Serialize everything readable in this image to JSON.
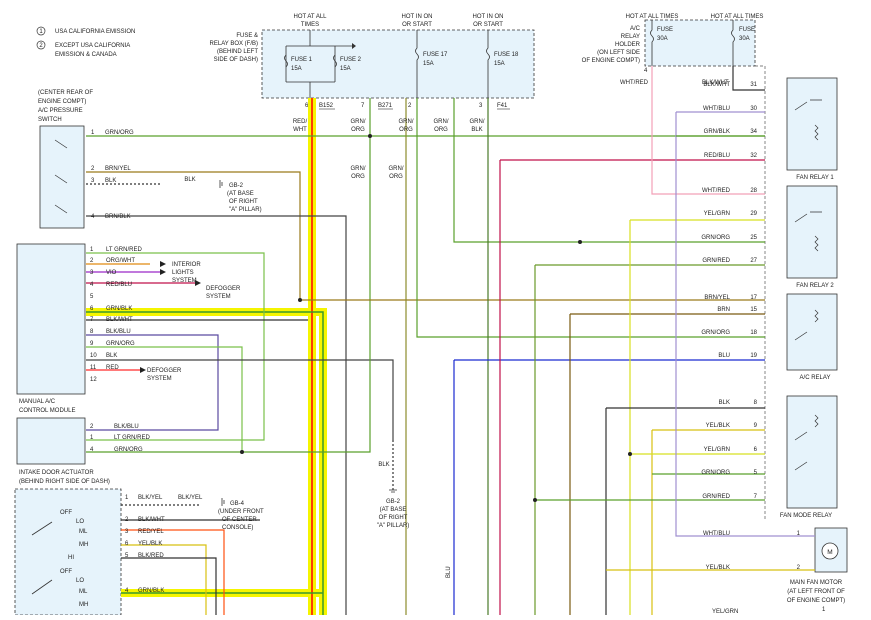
{
  "notes": {
    "n1": "USA CALIFORNIA EMISSION",
    "n2": "EXCEPT USA CALIFORNIA",
    "n2b": "EMISSION & CANADA",
    "n1_num": "1",
    "n2_num": "2"
  },
  "headers": {
    "hot_all_1": "HOT AT ALL",
    "hot_all_1b": "TIMES",
    "hot_on_1": "HOT IN ON",
    "hot_on_1b": "OR START",
    "hot_on_2": "HOT IN ON",
    "hot_on_2b": "OR START",
    "hot_all_2": "HOT AT ALL TIMES",
    "hot_all_3": "HOT AT ALL TIMES"
  },
  "fuse_box": {
    "l1": "FUSE &",
    "l2": "RELAY BOX (F/B)",
    "l3": "(BEHIND LEFT",
    "l4": "SIDE OF DASH)",
    "fuse1": "FUSE 1",
    "fuse1_a": "15A",
    "fuse2": "FUSE 2",
    "fuse2_a": "15A",
    "fuse17": "FUSE 17",
    "fuse17_a": "15A",
    "fuse18": "FUSE 18",
    "fuse18_a": "15A",
    "pin6": "6",
    "pin7": "7",
    "pin2": "2",
    "pin3": "3",
    "c1": "B152",
    "c2": "B271",
    "c3": "F41"
  },
  "ac_relay_holder": {
    "l1": "A/C",
    "l2": "RELAY",
    "l3": "HOLDER",
    "l4": "(ON LEFT SIDE",
    "l5": "OF ENGINE COMPT)",
    "fuse_a": "FUSE",
    "fuse_a_v": "30A",
    "fuse_b": "FUSE",
    "fuse_b_v": "30A",
    "pin4": "4"
  },
  "pressure_switch": {
    "l1": "(CENTER REAR OF",
    "l2": "ENGINE COMPT)",
    "l3": "A/C PRESSURE",
    "l4": "SWITCH"
  },
  "ground_gb2a": {
    "g": "GB-2",
    "l1": "(AT BASE",
    "l2": "OF RIGHT",
    "l3": "\"A\" PILLAR)"
  },
  "ground_gb2b": {
    "g": "GB-2",
    "l1": "(AT BASE",
    "l2": "OF RIGHT",
    "l3": "\"A\" PILLAR)"
  },
  "ground_gb4": {
    "g": "GB-4",
    "l1": "(UNDER FRONT",
    "l2": "OF CENTER",
    "l3": "CONSOLE)"
  },
  "modules": {
    "manual_ac_1": "MANUAL A/C",
    "manual_ac_2": "CONTROL MODULE",
    "intake_door": "INTAKE DOOR ACTUATOR",
    "behind_dash": "(BEHIND RIGHT SIDE OF DASH)",
    "interior_1": "INTERIOR",
    "interior_2": "LIGHTS",
    "interior_3": "SYSTEM",
    "defog_a1": "DEFOGGER",
    "defog_a2": "SYSTEM",
    "defog_b1": "DEFOGGER",
    "defog_b2": "SYSTEM",
    "fan_relay_1": "FAN RELAY 1",
    "fan_relay_2": "FAN RELAY 2",
    "ac_relay": "A/C RELAY",
    "fan_mode_relay": "FAN MODE RELAY",
    "main_fan_1": "MAIN FAN MOTOR",
    "main_fan_2": "(AT LEFT FRONT OF",
    "main_fan_3": "OF ENGINE COMPT)",
    "off1": "OFF",
    "lo1": "LO",
    "ml1": "ML",
    "mh1": "MH",
    "hi1": "HI",
    "off2": "OFF",
    "lo2": "LO",
    "ml2": "ML",
    "mh2": "MH"
  },
  "wire_labels": {
    "redwht_a": "RED/",
    "redwht_b": "WHT",
    "grnorg1_a": "GRN/",
    "grnorg1_b": "ORG",
    "grnorg2_a": "GRN/",
    "grnorg2_b": "ORG",
    "grnorg3_a": "GRN/",
    "grnorg3_b": "ORG",
    "grnblk_a": "GRN/",
    "grnblk_b": "BLK",
    "grnorg4_a": "GRN/",
    "grnorg4_b": "ORG",
    "grnorg5_a": "GRN/",
    "grnorg5_b": "ORG",
    "whtred_top": "WHT/RED",
    "blkwht_top": "BLK/WHT",
    "blk_mid": "BLK",
    "blk_gb2": "BLK",
    "blu_vert": "BLU"
  },
  "ps_pins": [
    {
      "pin": "1",
      "wire": "GRN/ORG"
    },
    {
      "pin": "2",
      "wire": "BRN/YEL"
    },
    {
      "pin": "3",
      "wire": "BLK"
    },
    {
      "pin": "4",
      "wire": "BRN/BLK"
    }
  ],
  "ac_pins": [
    {
      "pin": "1",
      "wire": "LT GRN/RED"
    },
    {
      "pin": "2",
      "wire": "ORG/WHT"
    },
    {
      "pin": "3",
      "wire": "VIO"
    },
    {
      "pin": "4",
      "wire": "RED/BLU"
    },
    {
      "pin": "5",
      "wire": ""
    },
    {
      "pin": "6",
      "wire": "GRN/BLK"
    },
    {
      "pin": "7",
      "wire": "BLK/WHT"
    },
    {
      "pin": "8",
      "wire": "BLK/BLU"
    },
    {
      "pin": "9",
      "wire": "GRN/ORG"
    },
    {
      "pin": "10",
      "wire": "BLK"
    },
    {
      "pin": "11",
      "wire": "RED"
    },
    {
      "pin": "12",
      "wire": ""
    }
  ],
  "door_pins": [
    {
      "pin": "2",
      "wire": "BLK/BLU"
    },
    {
      "pin": "1",
      "wire": "LT GRN/RED"
    },
    {
      "pin": "4",
      "wire": "GRN/ORG"
    }
  ],
  "switch_pins": [
    {
      "pin": "1",
      "wire": "BLK/YEL"
    },
    {
      "pin": "2",
      "wire": "BLK/WHT"
    },
    {
      "pin": "3",
      "wire": "RED/YEL"
    },
    {
      "pin": "6",
      "wire": "YEL/BLK"
    },
    {
      "pin": "5",
      "wire": "BLK/RED"
    },
    {
      "pin": "4",
      "wire": "GRN/BLK"
    }
  ],
  "blkyel2": "BLK/YEL",
  "relay_pins": [
    {
      "pin": "31",
      "wire": "BLK/WHT"
    },
    {
      "pin": "30",
      "wire": "WHT/BLU"
    },
    {
      "pin": "34",
      "wire": "GRN/BLK"
    },
    {
      "pin": "32",
      "wire": "RED/BLU"
    },
    {
      "pin": "28",
      "wire": "WHT/RED"
    },
    {
      "pin": "29",
      "wire": "YEL/GRN"
    },
    {
      "pin": "25",
      "wire": "GRN/ORG"
    },
    {
      "pin": "27",
      "wire": "GRN/RED"
    },
    {
      "pin": "17",
      "wire": "BRN/YEL"
    },
    {
      "pin": "15",
      "wire": "BRN"
    },
    {
      "pin": "18",
      "wire": "GRN/ORG"
    },
    {
      "pin": "19",
      "wire": "BLU"
    },
    {
      "pin": "8",
      "wire": "BLK"
    },
    {
      "pin": "9",
      "wire": "YEL/BLK"
    },
    {
      "pin": "6",
      "wire": "YEL/GRN"
    },
    {
      "pin": "5",
      "wire": "GRN/ORG"
    },
    {
      "pin": "7",
      "wire": "GRN/RED"
    }
  ],
  "motor_pins": [
    {
      "pin": "1",
      "wire": "WHT/BLU"
    },
    {
      "pin": "2",
      "wire": "YEL/BLK"
    }
  ],
  "motor_symbol": "M",
  "bottom": {
    "yelgrn": "YEL/GRN",
    "pin1": "1"
  },
  "colors": {
    "highlight_yellow": "#f5f500",
    "highlight_red": "#ff2a00",
    "wire_green": "#5aa02c",
    "wire_olive": "#8c8c2c"
  }
}
